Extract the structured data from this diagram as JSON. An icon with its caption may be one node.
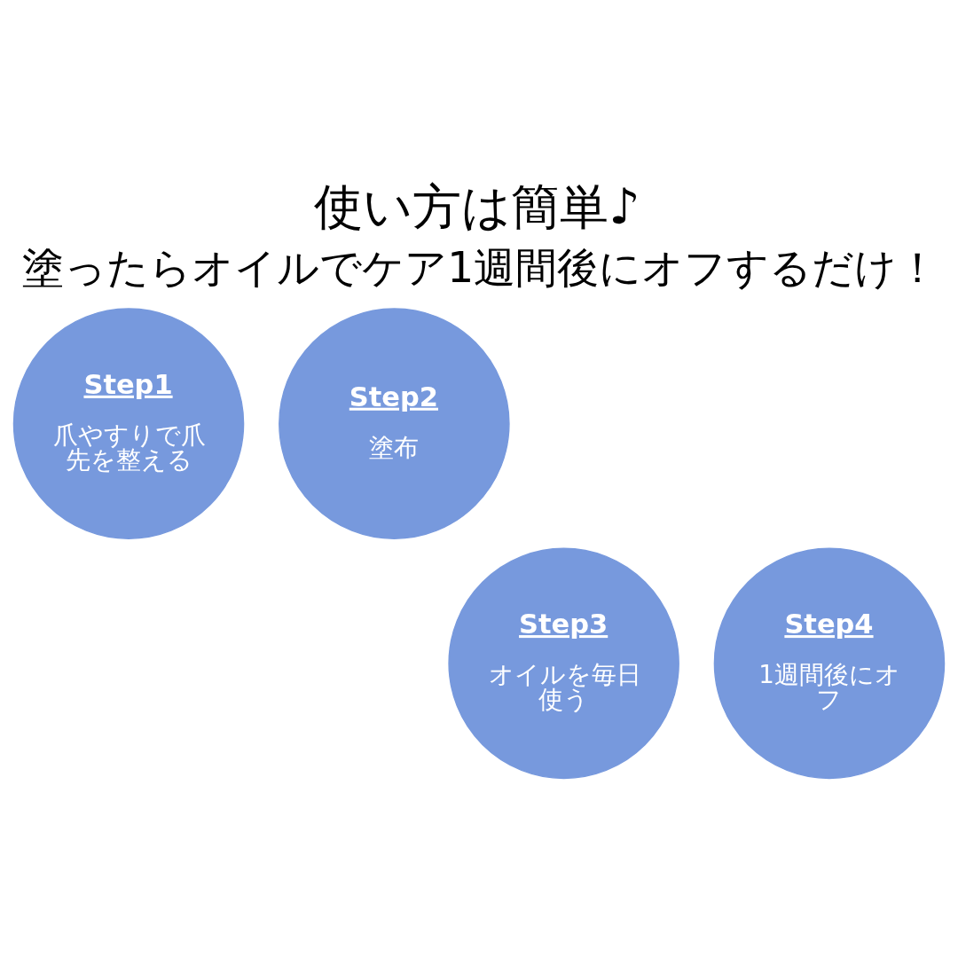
{
  "diagram": {
    "title": "使い方は簡単♪",
    "nodes": [
      {
        "text": [
          "Step1",
          "爪やすりで爪先を整える"
        ]
      },
      {
        "text": [
          "Step2",
          "塗布"
        ]
      },
      {
        "text": [
          "Step3",
          "オイルを毎日使う"
        ]
      },
      {
        "text": [
          "Step4",
          "1週間後にオフ"
        ]
      }
    ],
    "edges": [],
    "labels": [
      "塗ったらオイルでケア1週間後にオフするだけ！"
    ]
  }
}
